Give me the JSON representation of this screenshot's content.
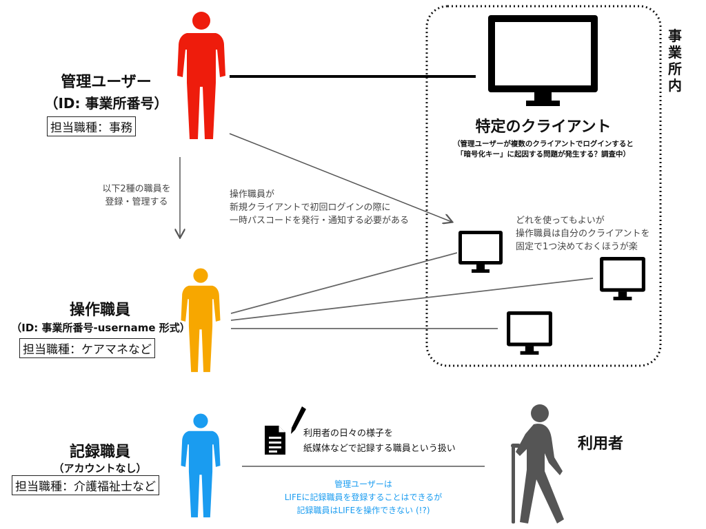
{
  "admin": {
    "title": "管理ユーザー",
    "id": "（ID: 事業所番号）",
    "job": "担当職種：事務",
    "color": "#ee1c0c"
  },
  "operator": {
    "title": "操作職員",
    "id": "（ID: 事業所番号-username 形式）",
    "job": "担当職種：ケアマネなど",
    "color": "#f7a700"
  },
  "recorder": {
    "title": "記録職員",
    "id": "（アカウントなし）",
    "job": "担当職種：介護福祉士など",
    "color": "#1a9cf0"
  },
  "user": {
    "title": "利用者",
    "color": "#555555"
  },
  "office": {
    "label": "事業所内",
    "client_title": "特定のクライアント",
    "client_note_1": "（管理ユーザーが複数のクライアントでログインすると",
    "client_note_2": "「暗号化キー」に起因する問題が発生する？調査中）"
  },
  "notes": {
    "manage_1": "以下2種の職員を",
    "manage_2": "登録・管理する",
    "first_login_1": "操作職員が",
    "first_login_2": "新規クライアントで初回ログインの際に",
    "first_login_3": "一時パスコードを発行・通知する必要がある",
    "any_client_1": "どれを使ってもよいが",
    "any_client_2": "操作職員は自分のクライアントを",
    "any_client_3": "固定で1つ決めておくほうが楽",
    "record_1": "利用者の日々の様子を",
    "record_2": "紙媒体などで記録する職員という扱い",
    "life_1": "管理ユーザーは",
    "life_2": "LIFEに記録職員を登録することはできるが",
    "life_3": "記録職員はLIFEを操作できない (!?)",
    "life_color": "#1a9cf0"
  },
  "icons": {
    "person": "person-icon",
    "monitor": "monitor-icon",
    "document": "document-icon",
    "pen": "pen-icon",
    "elder": "elderly-person-icon"
  }
}
